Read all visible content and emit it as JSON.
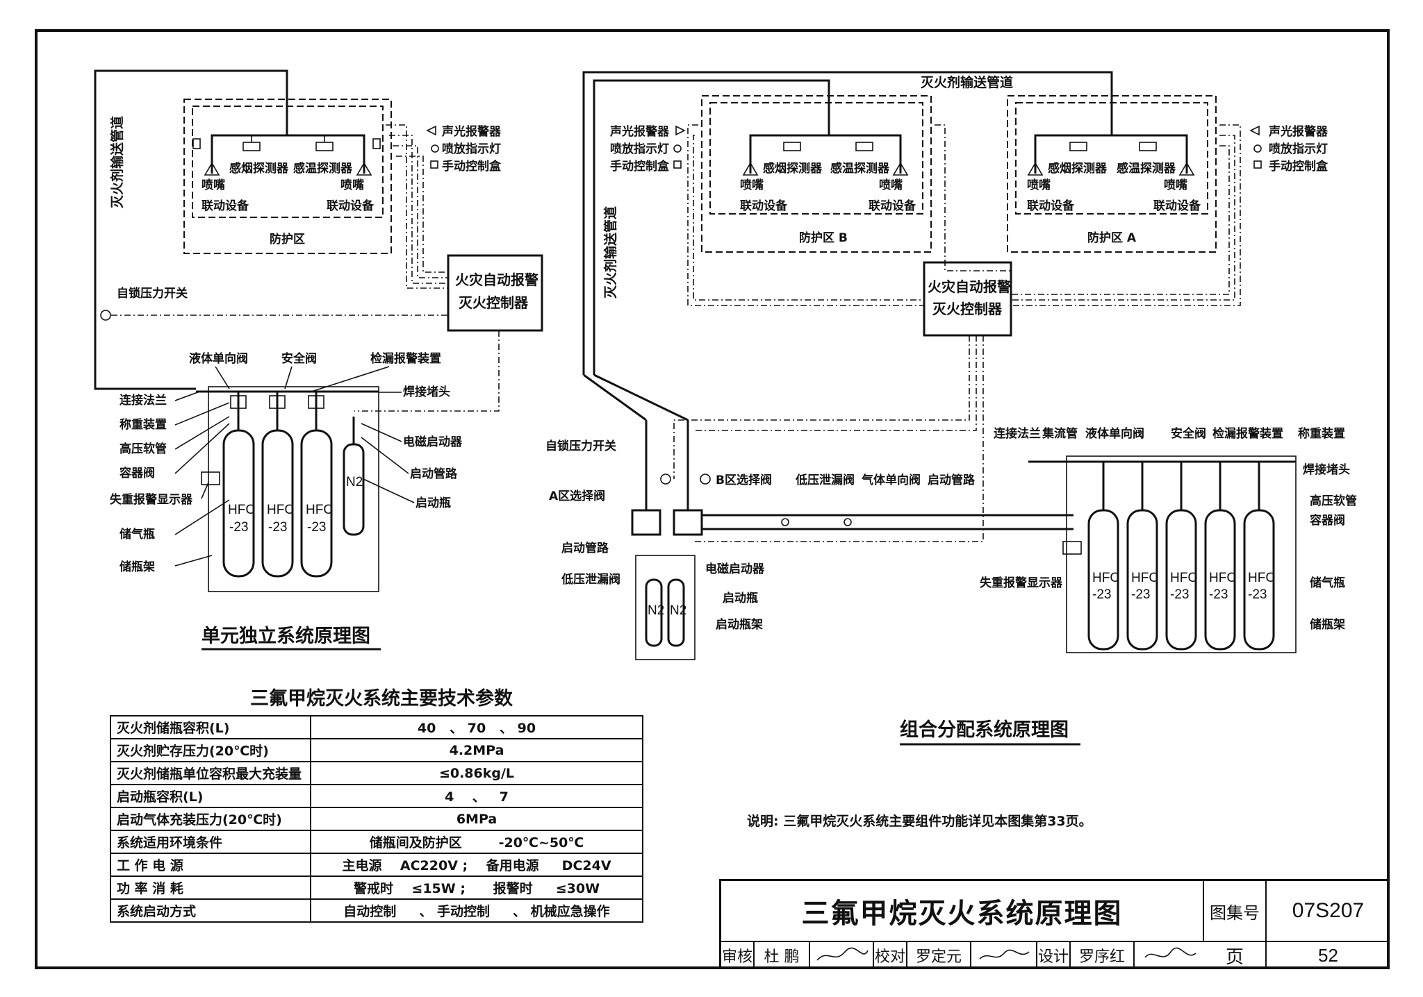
{
  "unit_diagram": {
    "title": "单元独立系统原理图",
    "pipe_label": "灭火剂输送管道",
    "protect_zone": "防护区",
    "nozzle": "喷嘴",
    "smoke_detector": "感烟探测器",
    "temp_detector": "感温探测器",
    "linkage": "联动设备",
    "alarm": "声光报警器",
    "release_lamp": "喷放指示灯",
    "manual_box": "手动控制盒",
    "controller_l1": "火灾自动报警",
    "controller_l2": "灭火控制器",
    "pressure_switch": "自锁压力开关",
    "check_valve": "液体单向阀",
    "safety_valve": "安全阀",
    "leak_alarm": "检漏报警装置",
    "flange": "连接法兰",
    "weigher": "称重装置",
    "hose": "高压软管",
    "container_valve": "容器阀",
    "loss_display": "失重报警显示器",
    "storage_bottle": "储气瓶",
    "bottle_rack": "储瓶架",
    "weld_head": "焊接堵头",
    "solenoid": "电磁启动器",
    "start_pipe": "启动管路",
    "start_bottle": "启动瓶",
    "cyl_agent": "HFC",
    "cyl_sub": "-23",
    "n2": "N2"
  },
  "combo_diagram": {
    "title": "组合分配系统原理图",
    "pipe_label": "灭火剂输送管道",
    "zone_b": "防护区 B",
    "zone_a": "防护区 A",
    "pressure_switch": "自锁压力开关",
    "valve_a": "A区选择阀",
    "valve_b": "B区选择阀",
    "low_leak_valve": "低压泄漏阀",
    "gas_check_valve": "气体单向阀",
    "start_pipe": "启动管路",
    "solenoid": "电磁启动器",
    "start_bottle": "启动瓶",
    "start_rack": "启动瓶架",
    "flange": "连接法兰",
    "manifold": "集流管",
    "check_valve": "液体单向阀",
    "safety_valve": "安全阀",
    "leak_alarm": "检漏报警装置",
    "weigher": "称重装置",
    "weld_head": "焊接堵头",
    "hose": "高压软管",
    "container_valve": "容器阀",
    "storage_bottle": "储气瓶",
    "bottle_rack": "储瓶架",
    "loss_display": "失重报警显示器"
  },
  "table": {
    "title": "三氟甲烷灭火系统主要技术参数",
    "rows": [
      {
        "k": "灭火剂储瓶容积(L)",
        "v": "40   、 70   、 90"
      },
      {
        "k": "灭火剂贮存压力(20℃时)",
        "v": "4.2MPa"
      },
      {
        "k": "灭火剂储瓶单位容积最大充装量",
        "v": "≤0.86kg/L"
      },
      {
        "k": "启动瓶容积(L)",
        "v": "4    、   7"
      },
      {
        "k": "启动气体充装压力(20℃时)",
        "v": "6MPa"
      },
      {
        "k": "系统适用环境条件",
        "v": "储瓶间及防护区        -20℃~50℃"
      },
      {
        "k": "工  作  电  源",
        "v": "主电源    AC220V ;    备用电源     DC24V"
      },
      {
        "k": "功  率  消  耗",
        "v": "警戒时    ≤15W ;      报警时     ≤30W"
      },
      {
        "k": "系统启动方式",
        "v": "自动控制     、 手动控制     、 机械应急操作"
      }
    ]
  },
  "note": "说明:  三氟甲烷灭火系统主要组件功能详见本图集第33页。",
  "title_block": {
    "title": "三氟甲烷灭火系统原理图",
    "atlas_label": "图集号",
    "atlas_no": "07S207",
    "page_label": "页",
    "page_no": "52",
    "review_label": "审核",
    "review_name": "杜  鹏",
    "check_label": "校对",
    "check_name": "罗定元",
    "design_label": "设计",
    "design_name": "罗序红"
  }
}
